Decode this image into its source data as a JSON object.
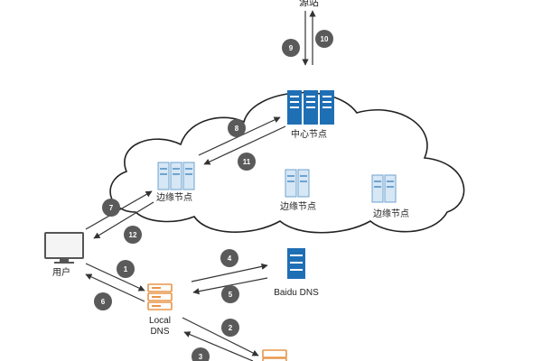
{
  "nodes": {
    "source": "源站",
    "center": "中心节点",
    "edge_left": "边缘节点",
    "edge_mid": "边缘节点",
    "edge_right": "边缘节点",
    "user": "用户",
    "local_dns_line1": "Local",
    "local_dns_line2": "DNS",
    "baidu_dns": "Baidu DNS"
  },
  "steps": [
    "1",
    "2",
    "3",
    "4",
    "5",
    "6",
    "7",
    "8",
    "9",
    "10",
    "11",
    "12"
  ],
  "colors": {
    "server_blue": "#1f6fb5",
    "server_light": "#d6e7f5",
    "server_outline": "#6fa3cf",
    "orange": "#e8954a",
    "badge": "#5a5a5a",
    "cloud_stroke": "#222222",
    "arrow": "#333333"
  }
}
